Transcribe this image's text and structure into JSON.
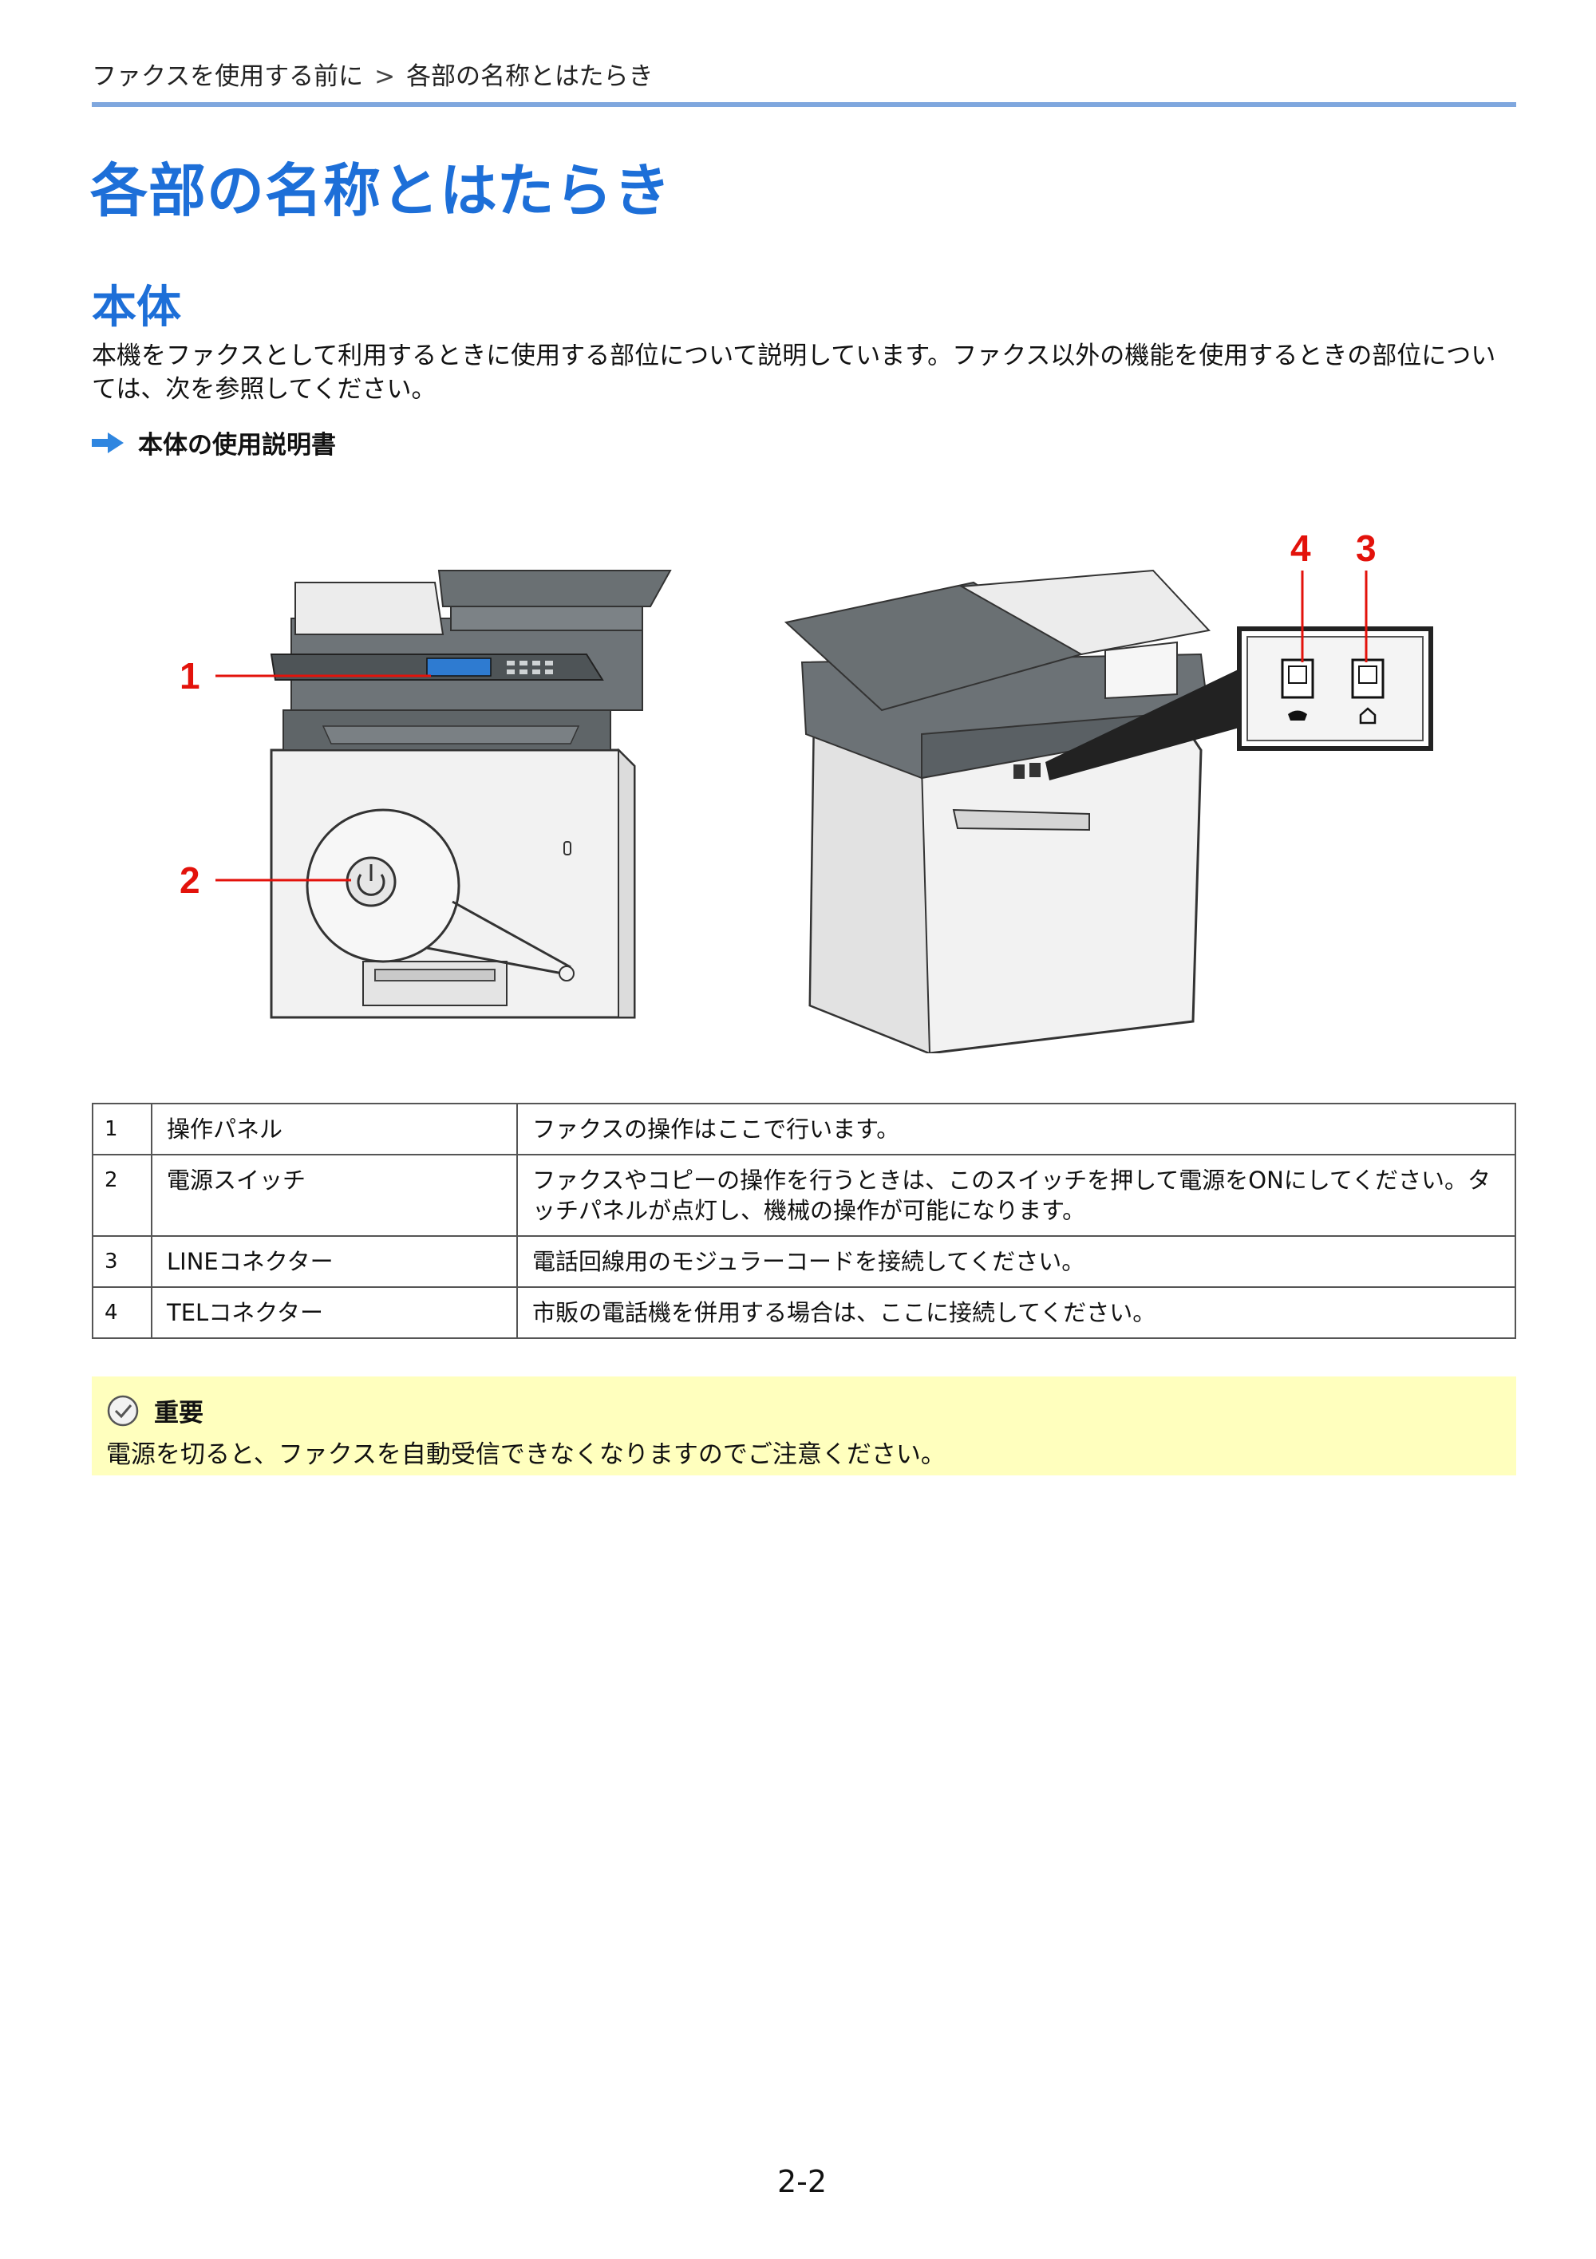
{
  "breadcrumb": {
    "parent": "ファクスを使用する前に",
    "separator": ">",
    "current": "各部の名称とはたらき"
  },
  "page_title": "各部の名称とはたらき",
  "section": {
    "title": "本体",
    "intro": "本機をファクスとして利用するときに使用する部位について説明しています。ファクス以外の機能を使用するときの部位については、次を参照してください。",
    "link_label": "本体の使用説明書"
  },
  "figure": {
    "callouts": [
      "1",
      "2",
      "4",
      "3"
    ]
  },
  "parts": [
    {
      "num": "1",
      "name": "操作パネル",
      "desc": "ファクスの操作はここで行います。"
    },
    {
      "num": "2",
      "name": "電源スイッチ",
      "desc": "ファクスやコピーの操作を行うときは、このスイッチを押して電源をONにしてください。タッチパネルが点灯し、機械の操作が可能になります。"
    },
    {
      "num": "3",
      "name": "LINEコネクター",
      "desc": "電話回線用のモジュラーコードを接続してください。"
    },
    {
      "num": "4",
      "name": "TELコネクター",
      "desc": "市販の電話機を併用する場合は、ここに接続してください。"
    }
  ],
  "note": {
    "title": "重要",
    "body": "電源を切ると、ファクスを自動受信できなくなりますのでご注意ください。"
  },
  "page_number": "2-2",
  "colors": {
    "heading": "#1d6fd8",
    "rule": "#7fa7de",
    "callout": "#e3120b",
    "note_bg": "#ffffbe"
  }
}
